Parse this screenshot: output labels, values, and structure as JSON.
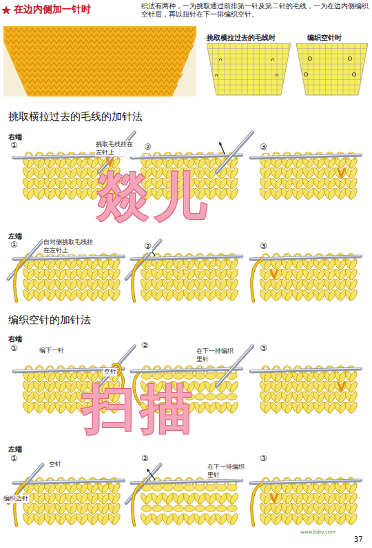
{
  "diagram": {
    "title": "在边内侧加一针时",
    "labels": [
      "织法有两种，一为挑取通过前排第一针及第二针的毛线，一为在边内侧编织空针后，再以扭针在下一排编织空针。",
      "挑取横拉过去的毛线时",
      "编织空针时",
      "挑取横拉过去的毛线的加针法",
      "右端",
      "①",
      "挑取毛线挂在左针上",
      "②",
      "③",
      "左端",
      "①",
      "自对侧挑取毛线挂在左针上",
      "②",
      "③",
      "编织空针的加针法",
      "右端",
      "①",
      "编下一针",
      "空针",
      "②",
      "在下一排编织里针",
      "③",
      "左端",
      "①",
      "空针",
      "编织边针",
      "②",
      "在下一排编织里针",
      "③",
      "燚儿",
      "扫描",
      "www.bdry.com",
      "37"
    ]
  }
}
